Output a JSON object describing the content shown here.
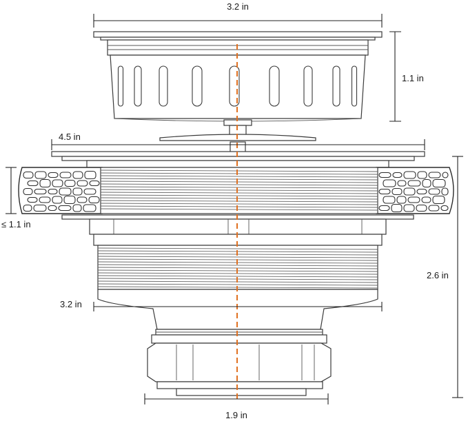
{
  "dimensions": {
    "basket_width": "3.2 in",
    "basket_height": "1.1 in",
    "flange_width": "4.5 in",
    "sink_thickness": "≤ 1.1 in",
    "body_height": "2.6 in",
    "body_width": "3.2 in",
    "outlet_width": "1.9 in"
  },
  "colors": {
    "centerline": "#e07020",
    "stroke": "#3a3a3a",
    "stone": "#ffffff"
  }
}
